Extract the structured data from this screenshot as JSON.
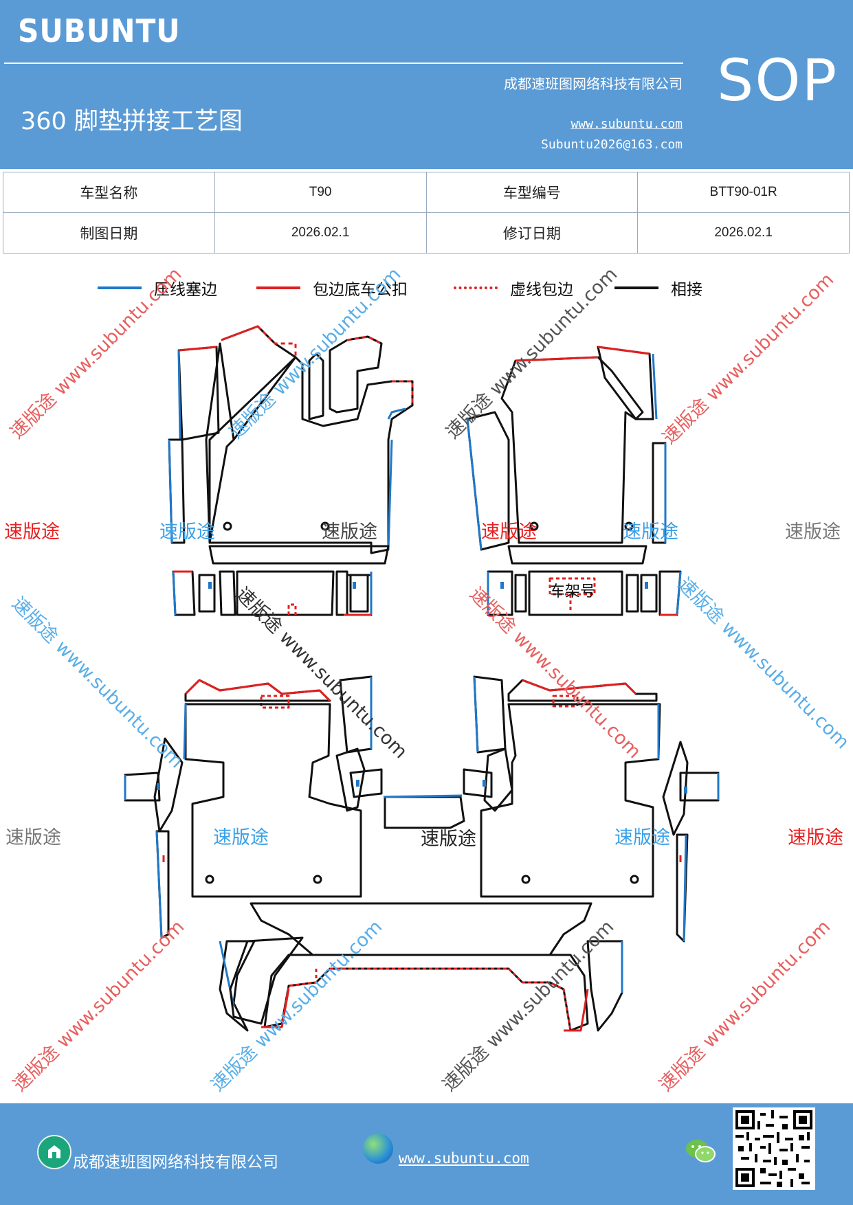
{
  "header": {
    "brand": "SUBUNTU",
    "title": "360 脚垫拼接工艺图",
    "company": "成都速班图网络科技有限公司",
    "website": "www.subuntu.com",
    "email": "Subuntu2026@163.com",
    "badge": "SOP"
  },
  "info_table": {
    "model_name_label": "车型名称",
    "model_name_value": "T90",
    "model_code_label": "车型编号",
    "model_code_value": "BTT90-01R",
    "draw_date_label": "制图日期",
    "draw_date_value": "2026.02.1",
    "revise_date_label": "修订日期",
    "revise_date_value": "2026.02.1"
  },
  "legend": [
    {
      "label": "压线塞边",
      "color": "#1f78c8",
      "style": "solid"
    },
    {
      "label": "包边底车公扣",
      "color": "#e02020",
      "style": "solid"
    },
    {
      "label": "虚线包边",
      "color": "#e02020",
      "style": "dashed"
    },
    {
      "label": "相接",
      "color": "#111111",
      "style": "solid"
    }
  ],
  "diagram": {
    "frame_label": "车架号",
    "watermark_short": "速版途",
    "watermark_long": "速版途 www.subuntu.com"
  },
  "footer": {
    "company": "成都速班图网络科技有限公司",
    "website": "www.subuntu.com "
  },
  "icons": {
    "company_icon": "building-icon",
    "web_icon": "globe-icon",
    "wechat_icon": "wechat-icon",
    "qr": "qr-code"
  }
}
